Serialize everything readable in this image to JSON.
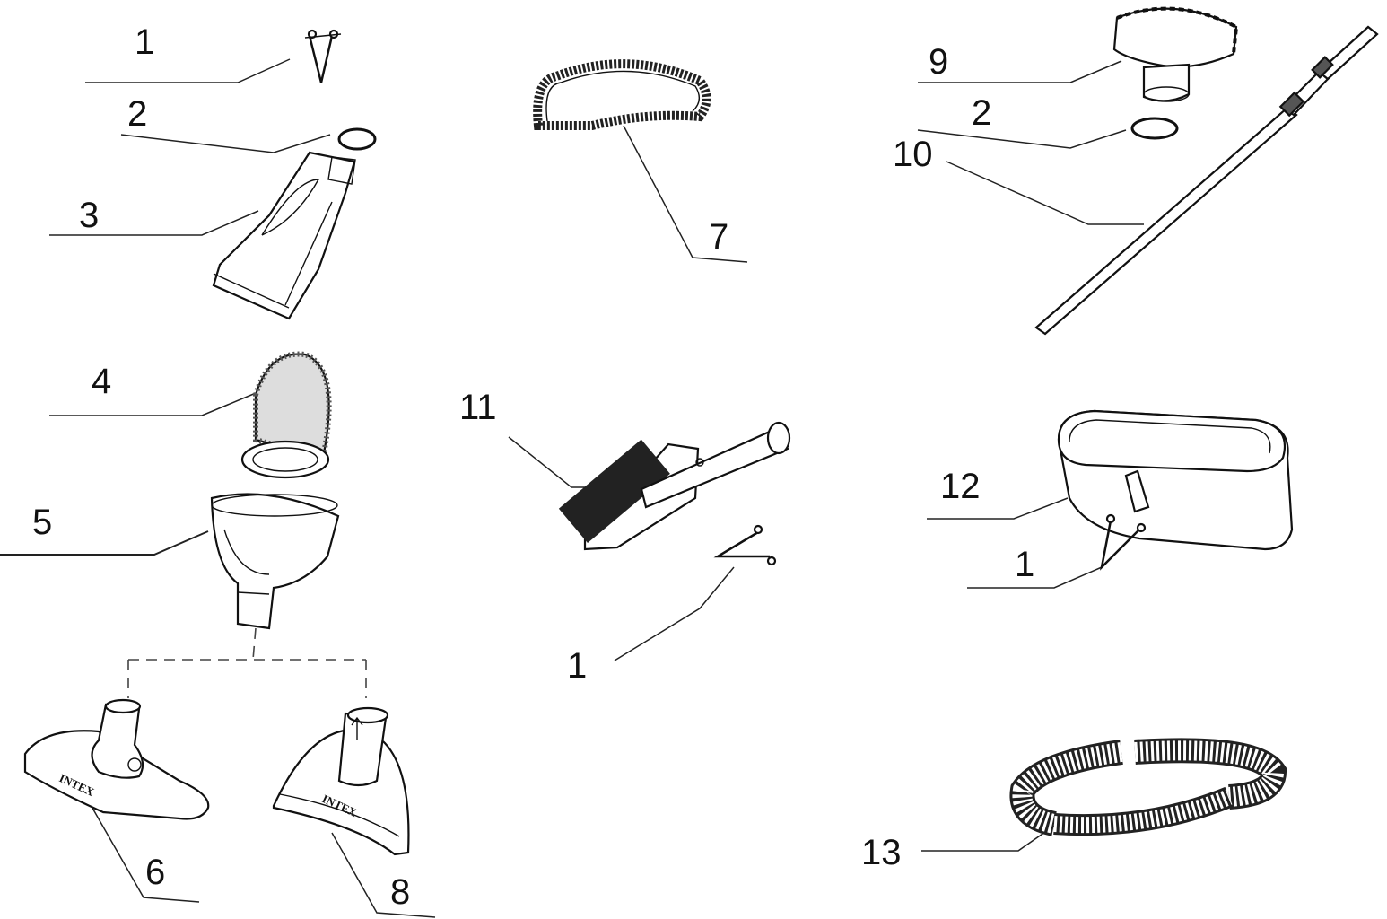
{
  "title": "Pool cleaning kit parts diagram",
  "callouts": [
    {
      "id": "c1a",
      "text": "1"
    },
    {
      "id": "c2a",
      "text": "2"
    },
    {
      "id": "c3",
      "text": "3"
    },
    {
      "id": "c4",
      "text": "4"
    },
    {
      "id": "c5",
      "text": "5"
    },
    {
      "id": "c6",
      "text": "6"
    },
    {
      "id": "c7",
      "text": "7"
    },
    {
      "id": "c8",
      "text": "8"
    },
    {
      "id": "c9",
      "text": "9"
    },
    {
      "id": "c2b",
      "text": "2"
    },
    {
      "id": "c10",
      "text": "10"
    },
    {
      "id": "c11",
      "text": "11"
    },
    {
      "id": "c1b",
      "text": "1"
    },
    {
      "id": "c12",
      "text": "12"
    },
    {
      "id": "c1c",
      "text": "1"
    },
    {
      "id": "c13",
      "text": "13"
    }
  ],
  "brand": "INTEX"
}
